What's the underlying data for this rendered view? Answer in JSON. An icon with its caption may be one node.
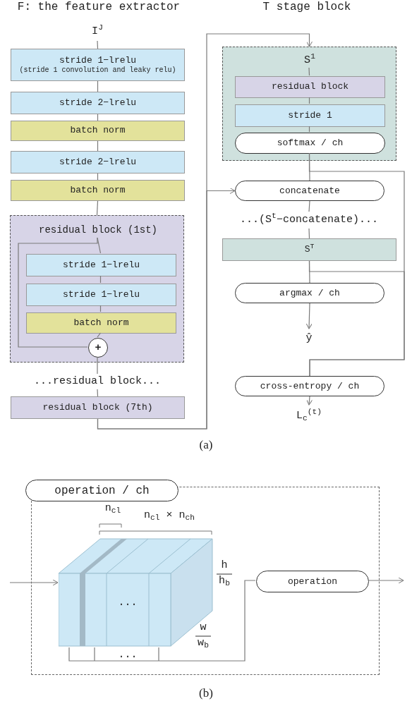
{
  "diagram": {
    "nodes": [
      {
        "text": [
          "I$^{J}$"
        ]
      },
      {
        "text": [
          "stride 1−lrelu",
          "(stride 1 convolution and leaky relu)"
        ]
      },
      {
        "text": [
          "stride 2−lrelu"
        ]
      },
      {
        "text": [
          "batch norm"
        ]
      },
      {
        "text": [
          "stride 2−lrelu"
        ]
      },
      {
        "text": [
          "batch norm"
        ]
      },
      {
        "text": [],
        "shape": "box"
      },
      {
        "text": [
          "residual block (1st)"
        ],
        "in": 6
      },
      {
        "text": [
          "stride 1−lrelu"
        ],
        "in": 6
      },
      {
        "text": [
          "stride 1−lrelu"
        ],
        "in": 6
      },
      {
        "text": [
          "batch norm"
        ],
        "in": 6
      },
      {
        "text": [
          "+"
        ],
        "in": 6
      },
      {
        "text": [
          "...residual block..."
        ]
      },
      {
        "text": [
          "residual block (7th)"
        ]
      },
      {
        "text": [],
        "shape": "box"
      },
      {
        "text": [
          "S$^{1}$"
        ],
        "in": 14
      },
      {
        "text": [
          "residual block"
        ],
        "in": 14
      },
      {
        "text": [
          "stride 1"
        ],
        "in": 14
      },
      {
        "text": [
          "softmax / ch"
        ],
        "in": 14
      },
      {
        "text": [
          "concatenate"
        ]
      },
      {
        "text": [
          "...(S$^{t}$−concatenate)..."
        ]
      },
      {
        "text": [
          "S$^{T}$"
        ]
      },
      {
        "text": [
          "argmax / ch"
        ]
      },
      {
        "text": [
          "ŷ"
        ]
      },
      {
        "text": [
          "cross-entropy / ch"
        ]
      },
      {
        "text": [
          "L$_{c}$$^{(t)}$"
        ]
      },
      {
        "text": [],
        "shape": "box"
      },
      {
        "text": [
          "operation / ch"
        ]
      },
      {
        "text": [],
        "shape": "picture",
        "in": 26
      },
      {
        "text": [
          "operation"
        ],
        "in": 26
      }
    ],
    "edges": [
      {
        "from": 0,
        "to": 1,
        "arrow": "none"
      },
      {
        "from": 1,
        "to": 2,
        "arrow": "none"
      },
      {
        "from": 2,
        "to": 3,
        "arrow": "none"
      },
      {
        "from": 3,
        "to": 4,
        "arrow": "none"
      },
      {
        "from": 4,
        "to": 5,
        "arrow": "none"
      },
      {
        "from": 5,
        "to": 6,
        "arrow": "none"
      },
      {
        "from": 7,
        "to": 8,
        "arrow": "none"
      },
      {
        "from": 7,
        "to": 11,
        "arrow": "none"
      },
      {
        "from": 8,
        "to": 9,
        "arrow": "none"
      },
      {
        "from": 9,
        "to": 10,
        "arrow": "none"
      },
      {
        "from": 10,
        "to": 11,
        "arrow": "none"
      },
      {
        "from": 11,
        "to": 12,
        "arrow": "none"
      },
      {
        "from": 12,
        "to": 13,
        "arrow": "none"
      },
      {
        "from": 13,
        "to": 14,
        "arrow": "to"
      },
      {
        "from": 13,
        "to": 19,
        "arrow": "to"
      },
      {
        "from": 15,
        "to": 16,
        "arrow": "none"
      },
      {
        "from": 16,
        "to": 17,
        "arrow": "none"
      },
      {
        "from": 17,
        "to": 18,
        "arrow": "none"
      },
      {
        "from": 18,
        "to": 19,
        "arrow": "none"
      },
      {
        "from": 18,
        "to": 24,
        "arrow": "none"
      },
      {
        "from": 21,
        "to": 24,
        "arrow": "none"
      },
      {
        "from": 19,
        "to": 20,
        "arrow": "none"
      },
      {
        "from": 20,
        "to": 21,
        "arrow": "none"
      },
      {
        "from": 21,
        "to": 22,
        "arrow": "none"
      },
      {
        "from": 22,
        "to": 23,
        "arrow": "to"
      },
      {
        "from": 24,
        "to": 25,
        "arrow": "to"
      },
      {
        "from": null,
        "to": 28,
        "arrow": "to"
      },
      {
        "from": 28,
        "to": 29,
        "arrow": "none"
      },
      {
        "from": 29,
        "to": null,
        "arrow": "to"
      }
    ],
    "labels": [
      "F: the feature extractor",
      "T stage block",
      "(a)",
      "n$_{cl}$",
      "n$_{cl}$ × n$_{ch}$",
      "h",
      "h$_{b}$",
      "w",
      "w$_{b}$",
      "...",
      "...",
      "(b)"
    ]
  }
}
